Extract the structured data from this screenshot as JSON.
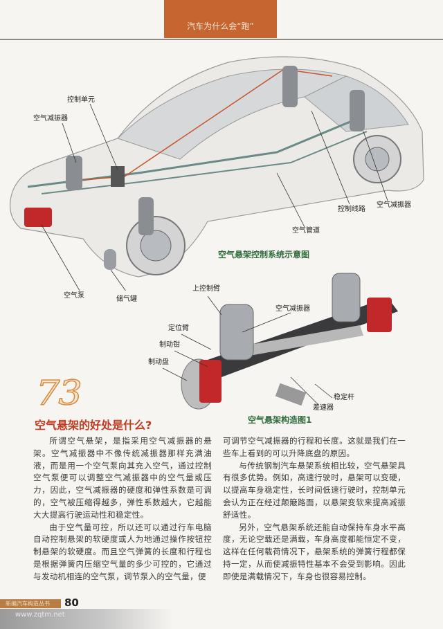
{
  "header": {
    "section_title": "汽车为什么会“跑”"
  },
  "figure1": {
    "caption": "空气悬架控制系统示意图",
    "labels": {
      "control_unit": "控制单元",
      "air_shock_front": "空气减振器",
      "control_line": "控制线路",
      "air_shock_rear": "空气减振器",
      "air_pipe": "空气管道",
      "air_pump": "空气泵",
      "air_tank": "储气罐"
    }
  },
  "figure2": {
    "caption": "空气悬架构造图1",
    "labels": {
      "upper_arm": "上控制臂",
      "air_shock": "空气减振器",
      "locating_arm": "定位臂",
      "caliper": "制动钳",
      "disc": "制动盘",
      "stabilizer": "稳定杆",
      "differential": "差速器"
    }
  },
  "article": {
    "number": "73",
    "title": "空气悬架的好处是什么?",
    "left_paragraphs": [
      "所谓空气悬架，是指采用空气减振器的悬架。空气减振器中不像传统减振器那样充满油液，而是用一个空气泵向其充入空气，通过控制空气泵便可以调整空气减振器中的空气量或压力，因此，空气减振器的硬度和弹性系数是可调的，空气被压缩得越多，弹性系数越大，它越能大大提高行驶运动性和稳定性。",
      "由于空气量可控，所以还可以通过行车电脑自动控制悬架的软硬度或人为地通过操作按钮控制悬架的软硬度。而且空气弹簧的长度和行程也是根据弹簧内压缩空气量的多少可控的，它通过与发动机相连的空气泵，调节泵入的空气量，便"
    ],
    "right_continuation": "可调节空气减振器的行程和长度。这就是我们在一些车上看到的可以升降底盘的原因。",
    "right_paragraphs": [
      "与传统钢制汽车悬架系统相比较，空气悬架具有很多优势。例如，高速行驶时，悬架可以变硬，以提高车身稳定性，长时间低速行驶时，控制单元会认为正在经过颠簸路面，以悬架变软来提高减振舒适性。",
      "另外，空气悬架系统还能自动保持车身水平高度，无论空载还是满载，车身高度都能恒定不变，这样在任何载荷情况下，悬架系统的弹簧行程都保持一定，从而使减振特性基本不会受到影响。因此即使是满载情况下，车身也很容易控制。"
    ]
  },
  "footer": {
    "series": "新编汽车构造丛书",
    "page_number": "80",
    "watermark": "www.zqtm.net"
  },
  "colors": {
    "header": "#c6652f",
    "title": "#c23b22",
    "caption": "#2f6a3a",
    "brake": "#c0282a"
  }
}
